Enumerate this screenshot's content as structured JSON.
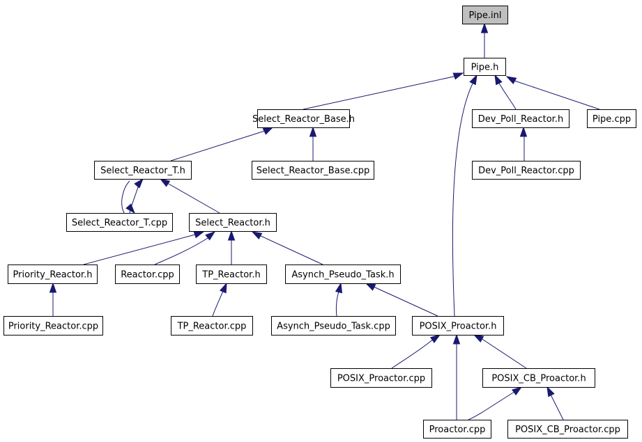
{
  "colors": {
    "edge": "#191970",
    "root_fill": "#bfbfbf",
    "node_fill": "#ffffff",
    "node_stroke": "#000000"
  },
  "nodes": {
    "pipe_inl": "Pipe.inl",
    "pipe_h": "Pipe.h",
    "select_reactor_base_h": "Select_Reactor_Base.h",
    "dev_poll_reactor_h": "Dev_Poll_Reactor.h",
    "pipe_cpp": "Pipe.cpp",
    "select_reactor_t_h": "Select_Reactor_T.h",
    "select_reactor_base_cpp": "Select_Reactor_Base.cpp",
    "dev_poll_reactor_cpp": "Dev_Poll_Reactor.cpp",
    "select_reactor_t_cpp": "Select_Reactor_T.cpp",
    "select_reactor_h": "Select_Reactor.h",
    "priority_reactor_h": "Priority_Reactor.h",
    "reactor_cpp": "Reactor.cpp",
    "tp_reactor_h": "TP_Reactor.h",
    "asynch_pseudo_task_h": "Asynch_Pseudo_Task.h",
    "priority_reactor_cpp": "Priority_Reactor.cpp",
    "tp_reactor_cpp": "TP_Reactor.cpp",
    "asynch_pseudo_task_cpp": "Asynch_Pseudo_Task.cpp",
    "posix_proactor_h": "POSIX_Proactor.h",
    "posix_proactor_cpp": "POSIX_Proactor.cpp",
    "posix_cb_proactor_h": "POSIX_CB_Proactor.h",
    "proactor_cpp": "Proactor.cpp",
    "posix_cb_proactor_cpp": "POSIX_CB_Proactor.cpp"
  },
  "edges": [
    {
      "from": "pipe_inl",
      "to": "pipe_h"
    },
    {
      "from": "pipe_h",
      "to": "select_reactor_base_h"
    },
    {
      "from": "pipe_h",
      "to": "dev_poll_reactor_h"
    },
    {
      "from": "pipe_h",
      "to": "pipe_cpp"
    },
    {
      "from": "pipe_h",
      "to": "posix_proactor_h"
    },
    {
      "from": "select_reactor_base_h",
      "to": "select_reactor_t_h"
    },
    {
      "from": "select_reactor_base_h",
      "to": "select_reactor_base_cpp"
    },
    {
      "from": "dev_poll_reactor_h",
      "to": "dev_poll_reactor_cpp"
    },
    {
      "from": "select_reactor_t_h",
      "to": "select_reactor_t_cpp"
    },
    {
      "from": "select_reactor_t_cpp",
      "to": "select_reactor_t_h"
    },
    {
      "from": "select_reactor_t_h",
      "to": "select_reactor_h"
    },
    {
      "from": "select_reactor_h",
      "to": "priority_reactor_h"
    },
    {
      "from": "select_reactor_h",
      "to": "reactor_cpp"
    },
    {
      "from": "select_reactor_h",
      "to": "tp_reactor_h"
    },
    {
      "from": "select_reactor_h",
      "to": "asynch_pseudo_task_h"
    },
    {
      "from": "priority_reactor_h",
      "to": "priority_reactor_cpp"
    },
    {
      "from": "tp_reactor_h",
      "to": "tp_reactor_cpp"
    },
    {
      "from": "asynch_pseudo_task_h",
      "to": "asynch_pseudo_task_cpp"
    },
    {
      "from": "asynch_pseudo_task_h",
      "to": "posix_proactor_h"
    },
    {
      "from": "posix_proactor_h",
      "to": "posix_proactor_cpp"
    },
    {
      "from": "posix_proactor_h",
      "to": "posix_cb_proactor_h"
    },
    {
      "from": "posix_proactor_h",
      "to": "proactor_cpp"
    },
    {
      "from": "posix_cb_proactor_h",
      "to": "proactor_cpp"
    },
    {
      "from": "posix_cb_proactor_h",
      "to": "posix_cb_proactor_cpp"
    }
  ]
}
